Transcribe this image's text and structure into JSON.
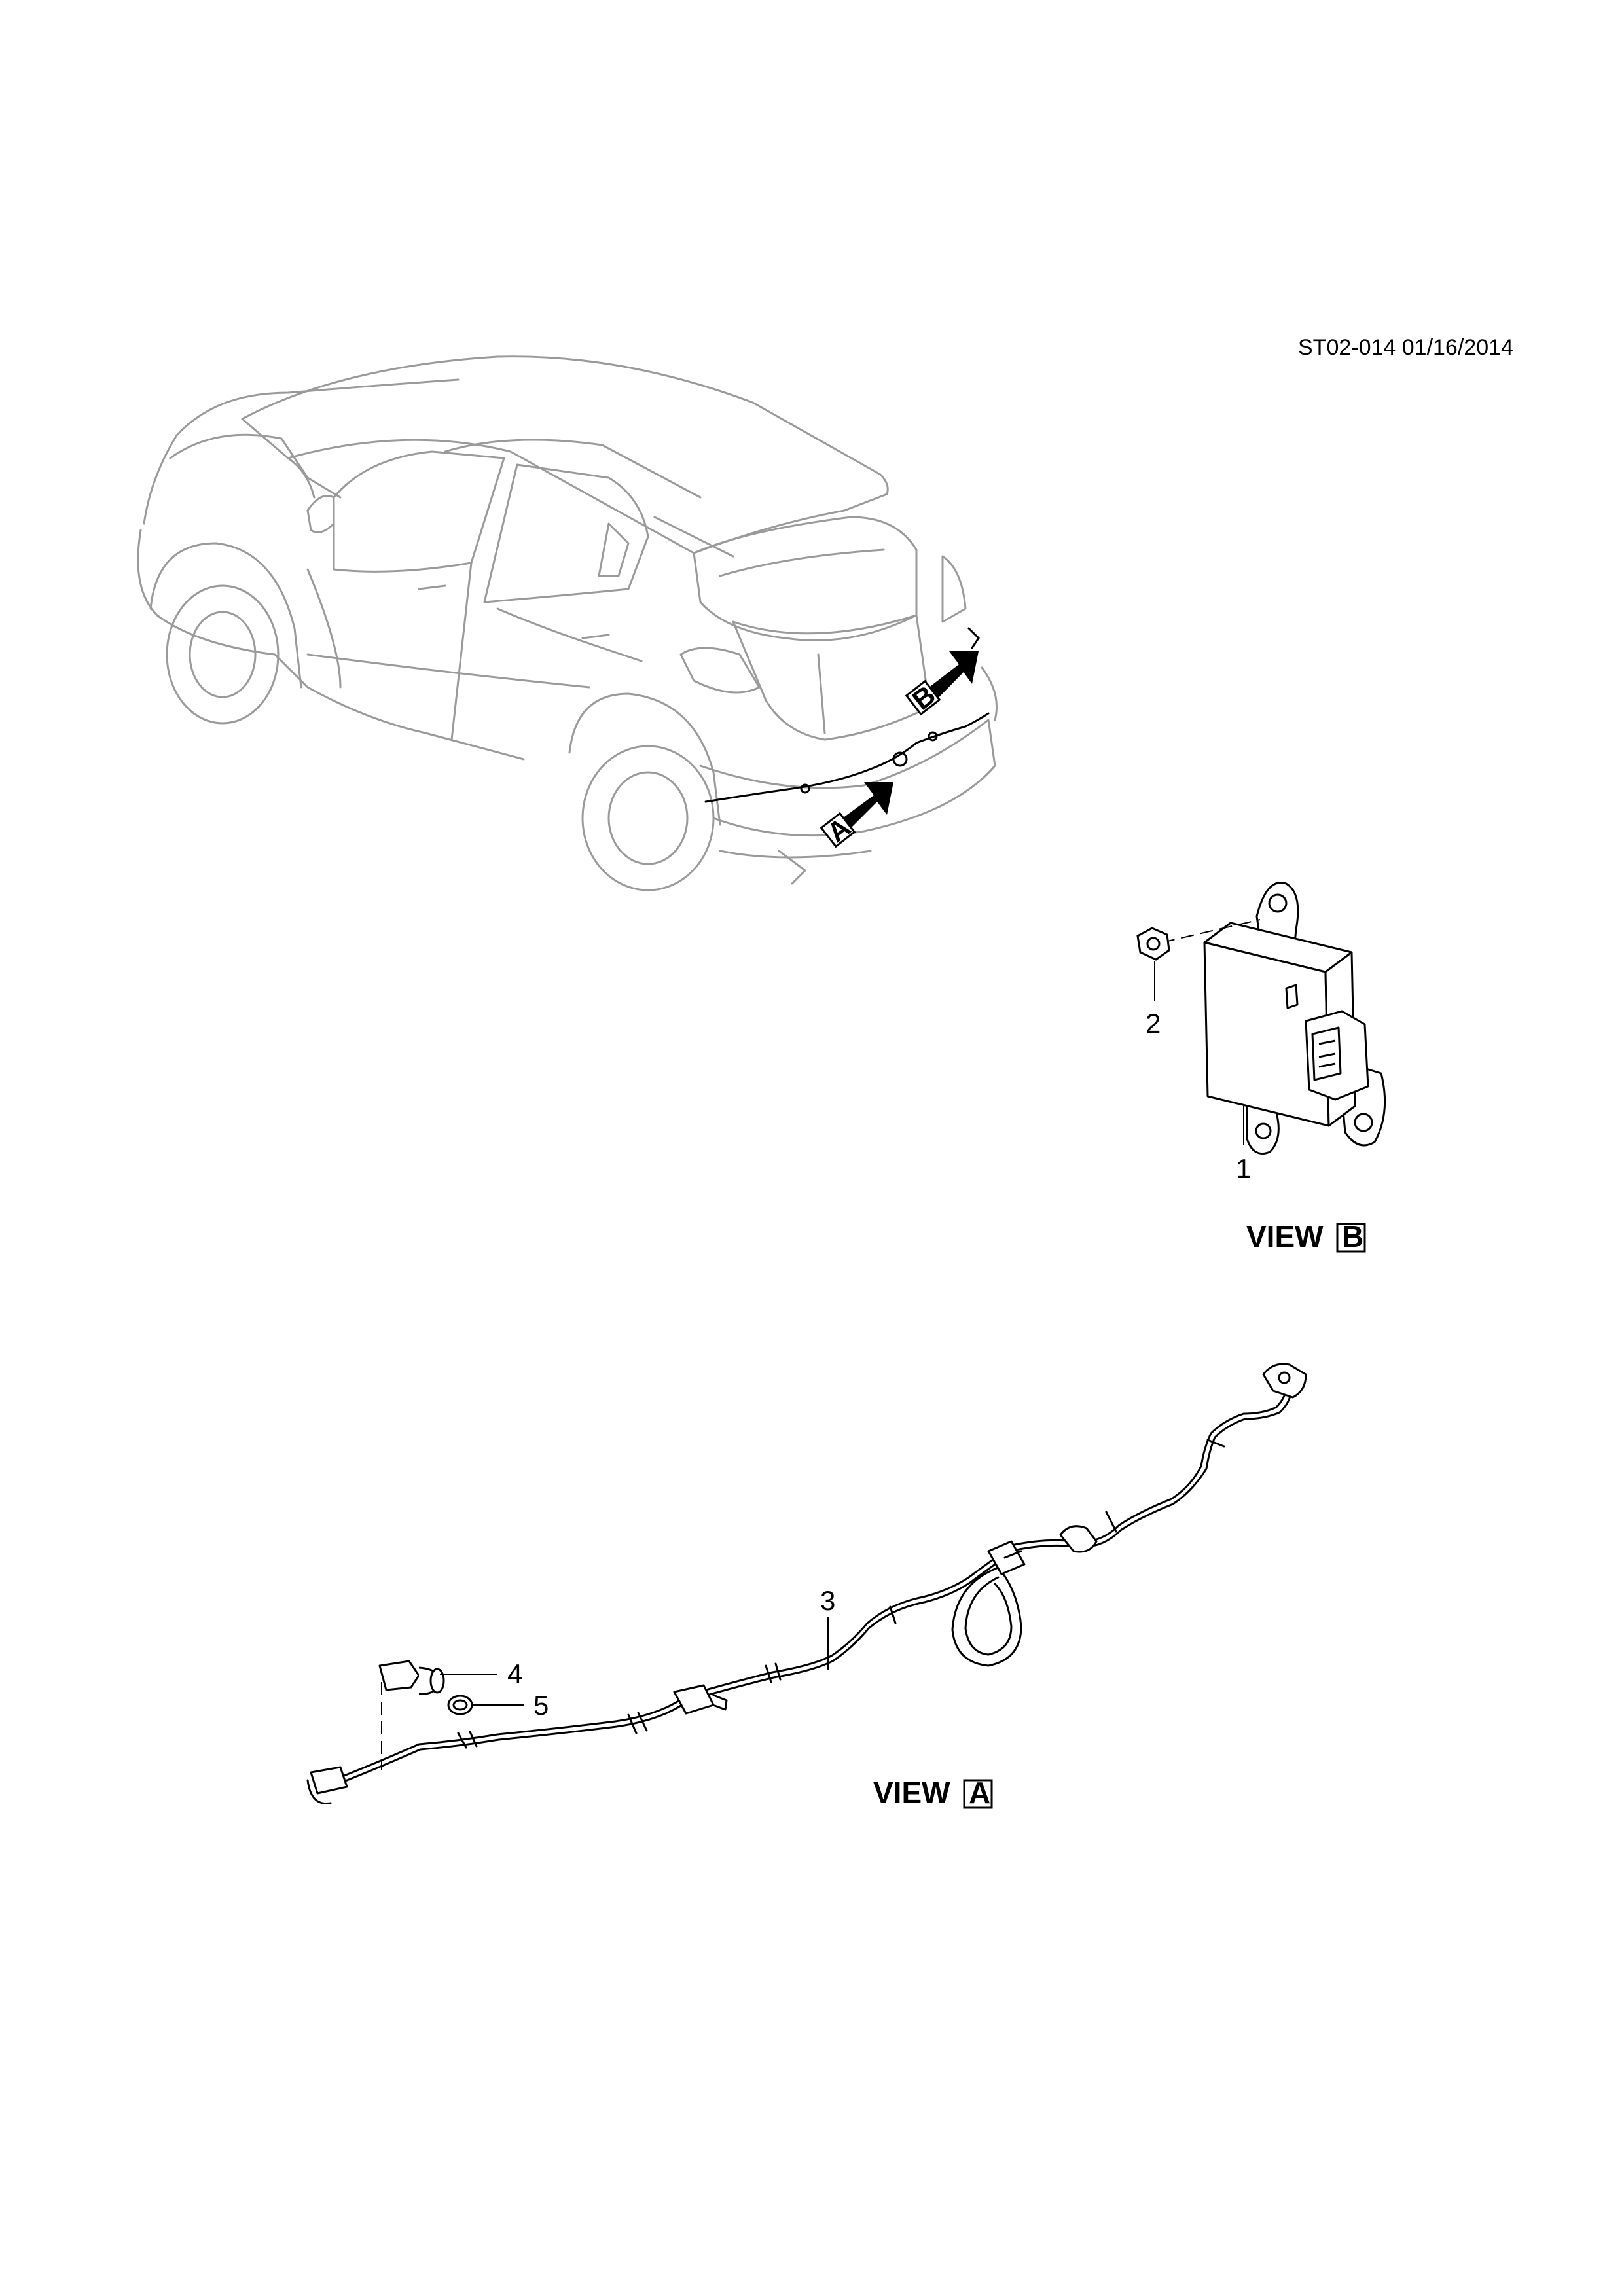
{
  "document": {
    "id_line": "ST02-014 01/16/2014"
  },
  "callouts": [
    {
      "number": "1"
    },
    {
      "number": "2"
    },
    {
      "number": "3"
    },
    {
      "number": "4"
    },
    {
      "number": "5"
    }
  ],
  "views": {
    "view_b": {
      "word": "VIEW",
      "letter": "B"
    },
    "view_a": {
      "word": "VIEW",
      "letter": "A"
    }
  },
  "arrows": {
    "arrow_a": {
      "letter": "A"
    },
    "arrow_b": {
      "letter": "B"
    }
  }
}
